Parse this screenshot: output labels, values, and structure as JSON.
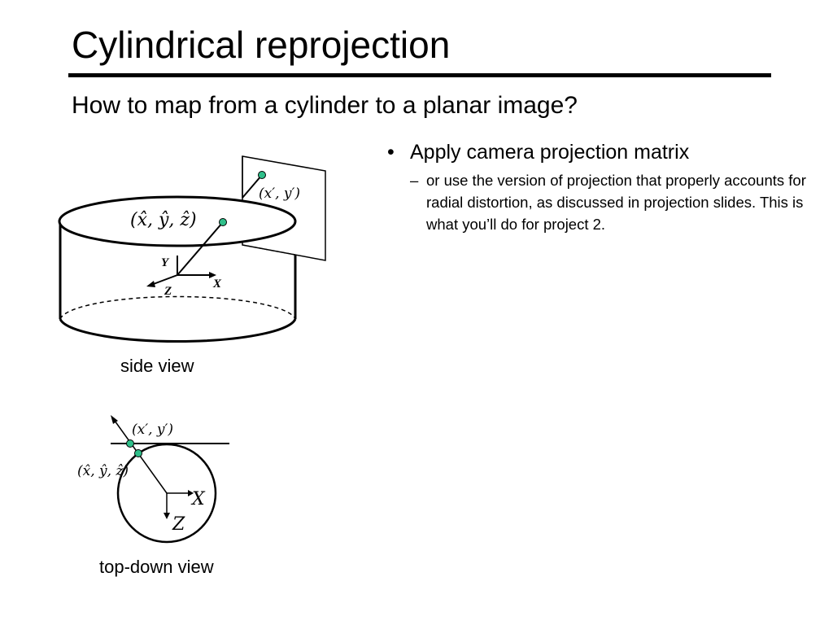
{
  "slide": {
    "title": "Cylindrical reprojection",
    "subtitle": "How to map from a cylinder to a planar image?"
  },
  "bullets": {
    "main": "Apply camera projection matrix",
    "sub": "or use the version of projection that properly accounts for radial distortion, as discussed in projection slides.  This is what you’ll do for project 2."
  },
  "side_view": {
    "caption": "side view",
    "cylinder_point_label": "(x̂, ŷ, ẑ)",
    "image_point_label": "(x′, y′)",
    "axis_y": "Y",
    "axis_x": "X",
    "axis_z": "Z"
  },
  "top_view": {
    "caption": "top-down view",
    "image_point_label": "(x′, y′)",
    "cylinder_point_label": "(x̂, ŷ, ẑ)",
    "axis_x": "X",
    "axis_z": "Z"
  },
  "colors": {
    "point_fill": "#2fbf8a",
    "stroke": "#000000"
  }
}
